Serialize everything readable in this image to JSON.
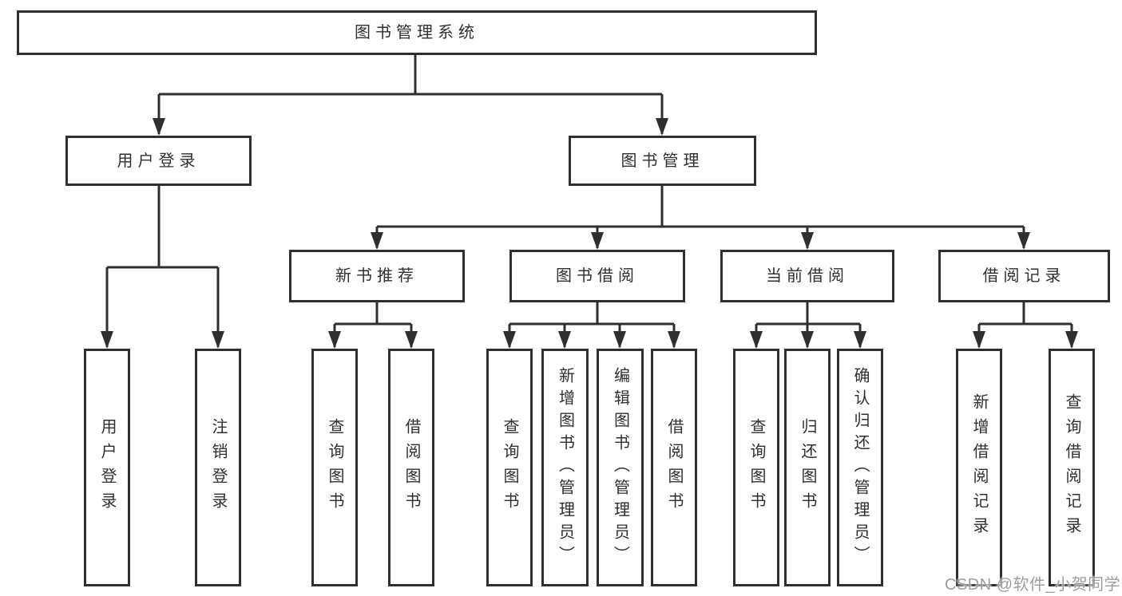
{
  "diagram_title": "图书管理系统",
  "colors": {
    "line": "#2f2f2f",
    "box_border": "#2f2f2f",
    "text": "#2f2f2f",
    "watermark": "#9e9e9e",
    "background": "#ffffff"
  },
  "tree": {
    "root": {
      "label": "图书管理系统",
      "children": [
        {
          "label": "用户登录",
          "children": [
            {
              "label": "用户登录"
            },
            {
              "label": "注销登录"
            }
          ]
        },
        {
          "label": "图书管理",
          "children": [
            {
              "label": "新书推荐",
              "children": [
                {
                  "label": "查询图书"
                },
                {
                  "label": "借阅图书"
                }
              ]
            },
            {
              "label": "图书借阅",
              "children": [
                {
                  "label": "查询图书"
                },
                {
                  "label": "新增图书（管理员）"
                },
                {
                  "label": "编辑图书（管理员）"
                },
                {
                  "label": "借阅图书"
                }
              ]
            },
            {
              "label": "当前借阅",
              "children": [
                {
                  "label": "查询图书"
                },
                {
                  "label": "归还图书"
                },
                {
                  "label": "确认归还（管理员）"
                }
              ]
            },
            {
              "label": "借阅记录",
              "children": [
                {
                  "label": "新增借阅记录"
                },
                {
                  "label": "查询借阅记录"
                }
              ]
            }
          ]
        }
      ]
    }
  },
  "watermark": {
    "text": "CSDN @软件_小贺同学"
  }
}
